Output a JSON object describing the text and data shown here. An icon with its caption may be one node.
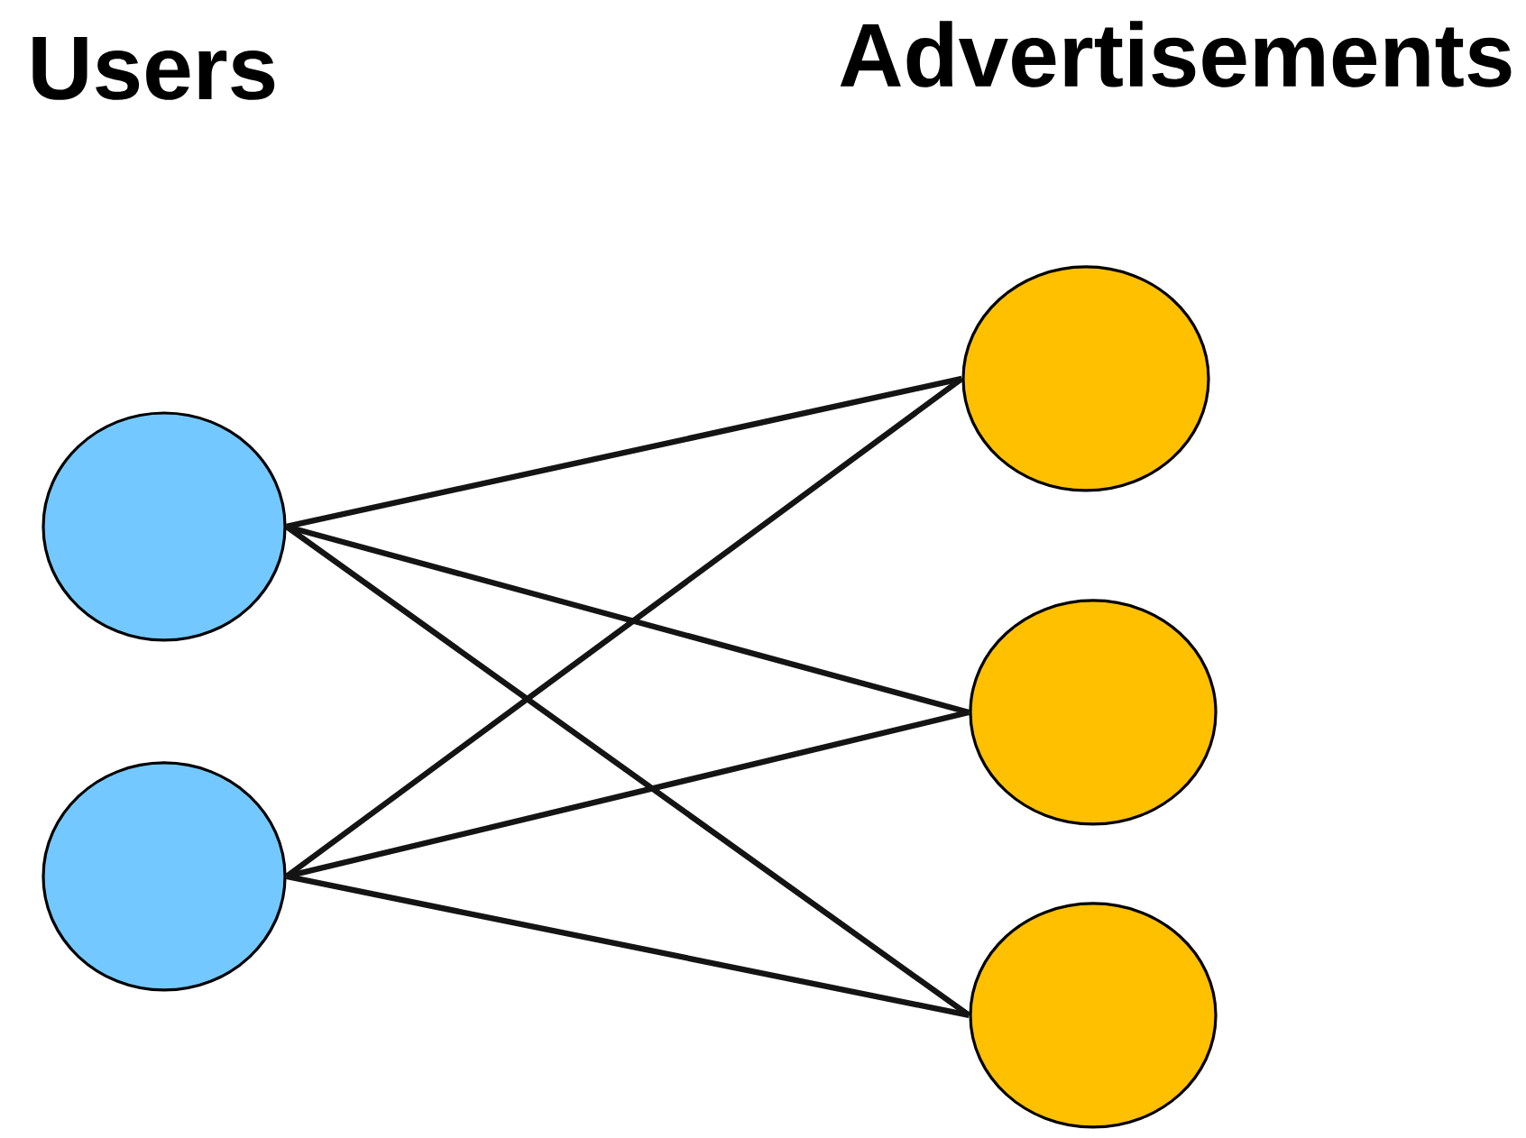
{
  "diagram": {
    "nodes": [
      {
        "text": [],
        "shape": "circle"
      },
      {
        "text": [],
        "shape": "circle"
      },
      {
        "text": [],
        "shape": "circle"
      },
      {
        "text": [],
        "shape": "circle"
      },
      {
        "text": [],
        "shape": "circle"
      }
    ],
    "edges": [
      {
        "from": 0,
        "to": 2,
        "arrow": "none"
      },
      {
        "from": 0,
        "to": 3,
        "arrow": "none"
      },
      {
        "from": 0,
        "to": 4,
        "arrow": "none"
      },
      {
        "from": 1,
        "to": 2,
        "arrow": "none"
      },
      {
        "from": 1,
        "to": 3,
        "arrow": "none"
      },
      {
        "from": 1,
        "to": 4,
        "arrow": "none"
      }
    ],
    "labels": [
      "Users",
      "Advertisements"
    ]
  }
}
